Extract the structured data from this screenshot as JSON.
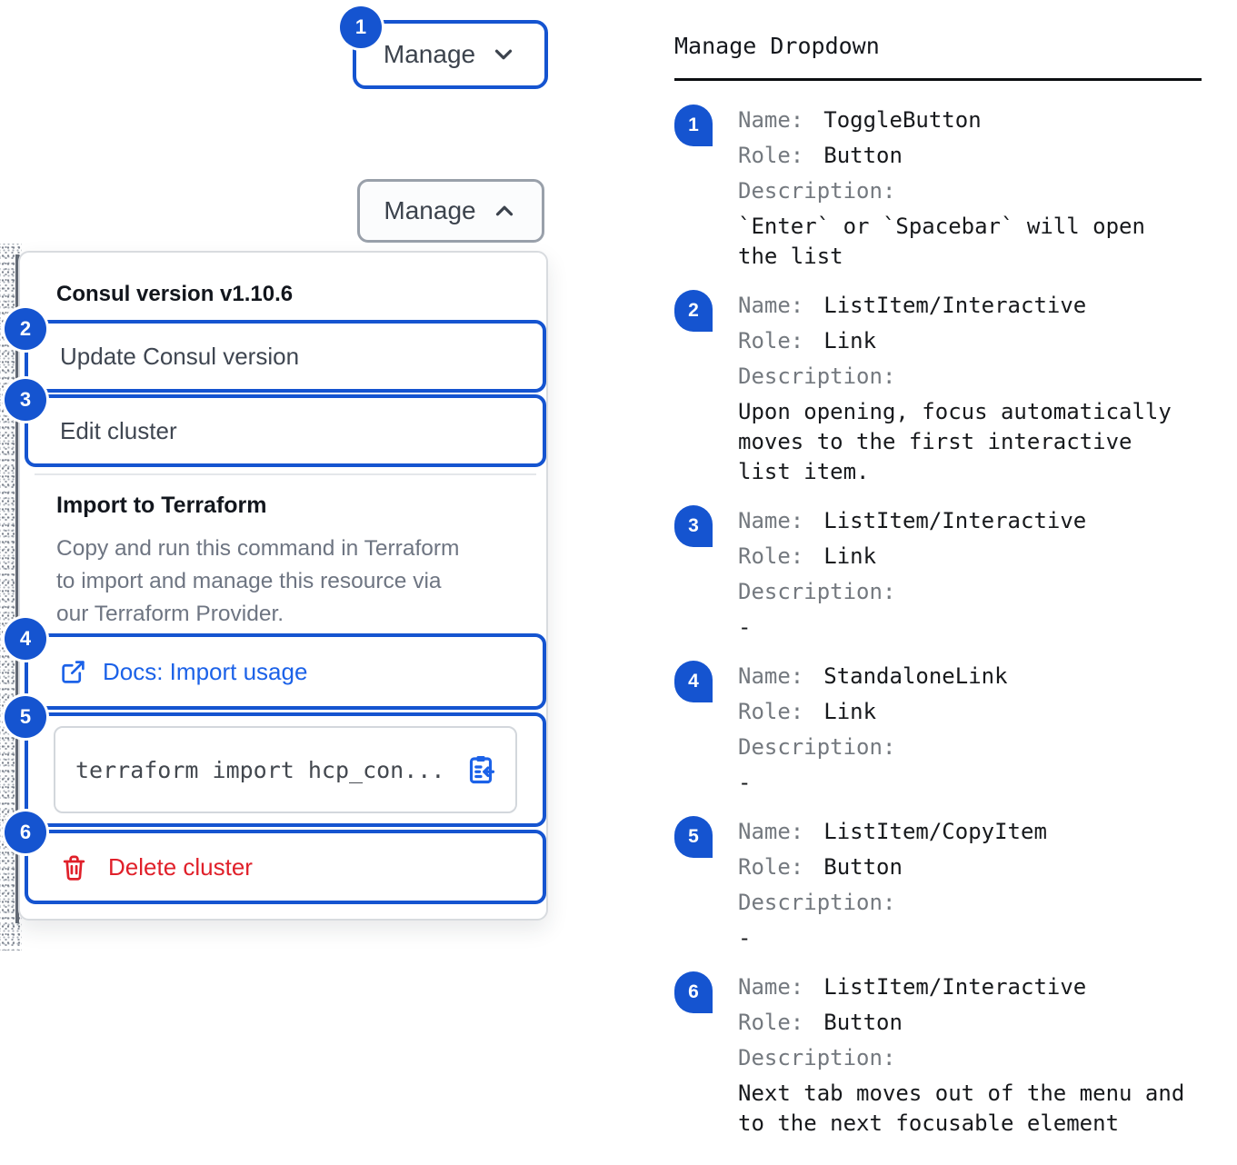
{
  "colors": {
    "annotation_blue": "#1554d0",
    "link_blue": "#1c62e8",
    "danger_red": "#e0202a",
    "text_dark": "#3f4651",
    "text_gray": "#6e7582"
  },
  "left": {
    "toggle_closed": {
      "label": "Manage",
      "badge": "1"
    },
    "toggle_open": {
      "label": "Manage"
    },
    "dropdown": {
      "version_label": "Consul version v1.10.6",
      "items": [
        {
          "badge": "2",
          "label": "Update Consul version"
        },
        {
          "badge": "3",
          "label": "Edit cluster"
        }
      ],
      "import_section": {
        "title": "Import to Terraform",
        "description": "Copy and run this command in Terraform\nto import and manage this resource via\nour Terraform Provider.",
        "docs_link": {
          "badge": "4",
          "label": "Docs: Import usage"
        },
        "copy_item": {
          "badge": "5",
          "code": "terraform import hcp_con..."
        },
        "delete_item": {
          "badge": "6",
          "label": "Delete cluster"
        }
      }
    }
  },
  "legend": {
    "title": "Manage Dropdown",
    "name_label": "Name:",
    "role_label": "Role:",
    "description_label": "Description:",
    "items": [
      {
        "badge": "1",
        "name": "ToggleButton",
        "role": "Button",
        "description": "`Enter` or `Spacebar` will open\nthe list"
      },
      {
        "badge": "2",
        "name": "ListItem/Interactive",
        "role": "Link",
        "description": "Upon opening, focus automatically\nmoves to the first interactive\nlist item."
      },
      {
        "badge": "3",
        "name": "ListItem/Interactive",
        "role": "Link",
        "description": "-"
      },
      {
        "badge": "4",
        "name": "StandaloneLink",
        "role": "Link",
        "description": "-"
      },
      {
        "badge": "5",
        "name": "ListItem/CopyItem",
        "role": "Button",
        "description": "-"
      },
      {
        "badge": "6",
        "name": "ListItem/Interactive",
        "role": "Button",
        "description": "Next tab moves out of the menu and\nto the next focusable element"
      }
    ]
  }
}
